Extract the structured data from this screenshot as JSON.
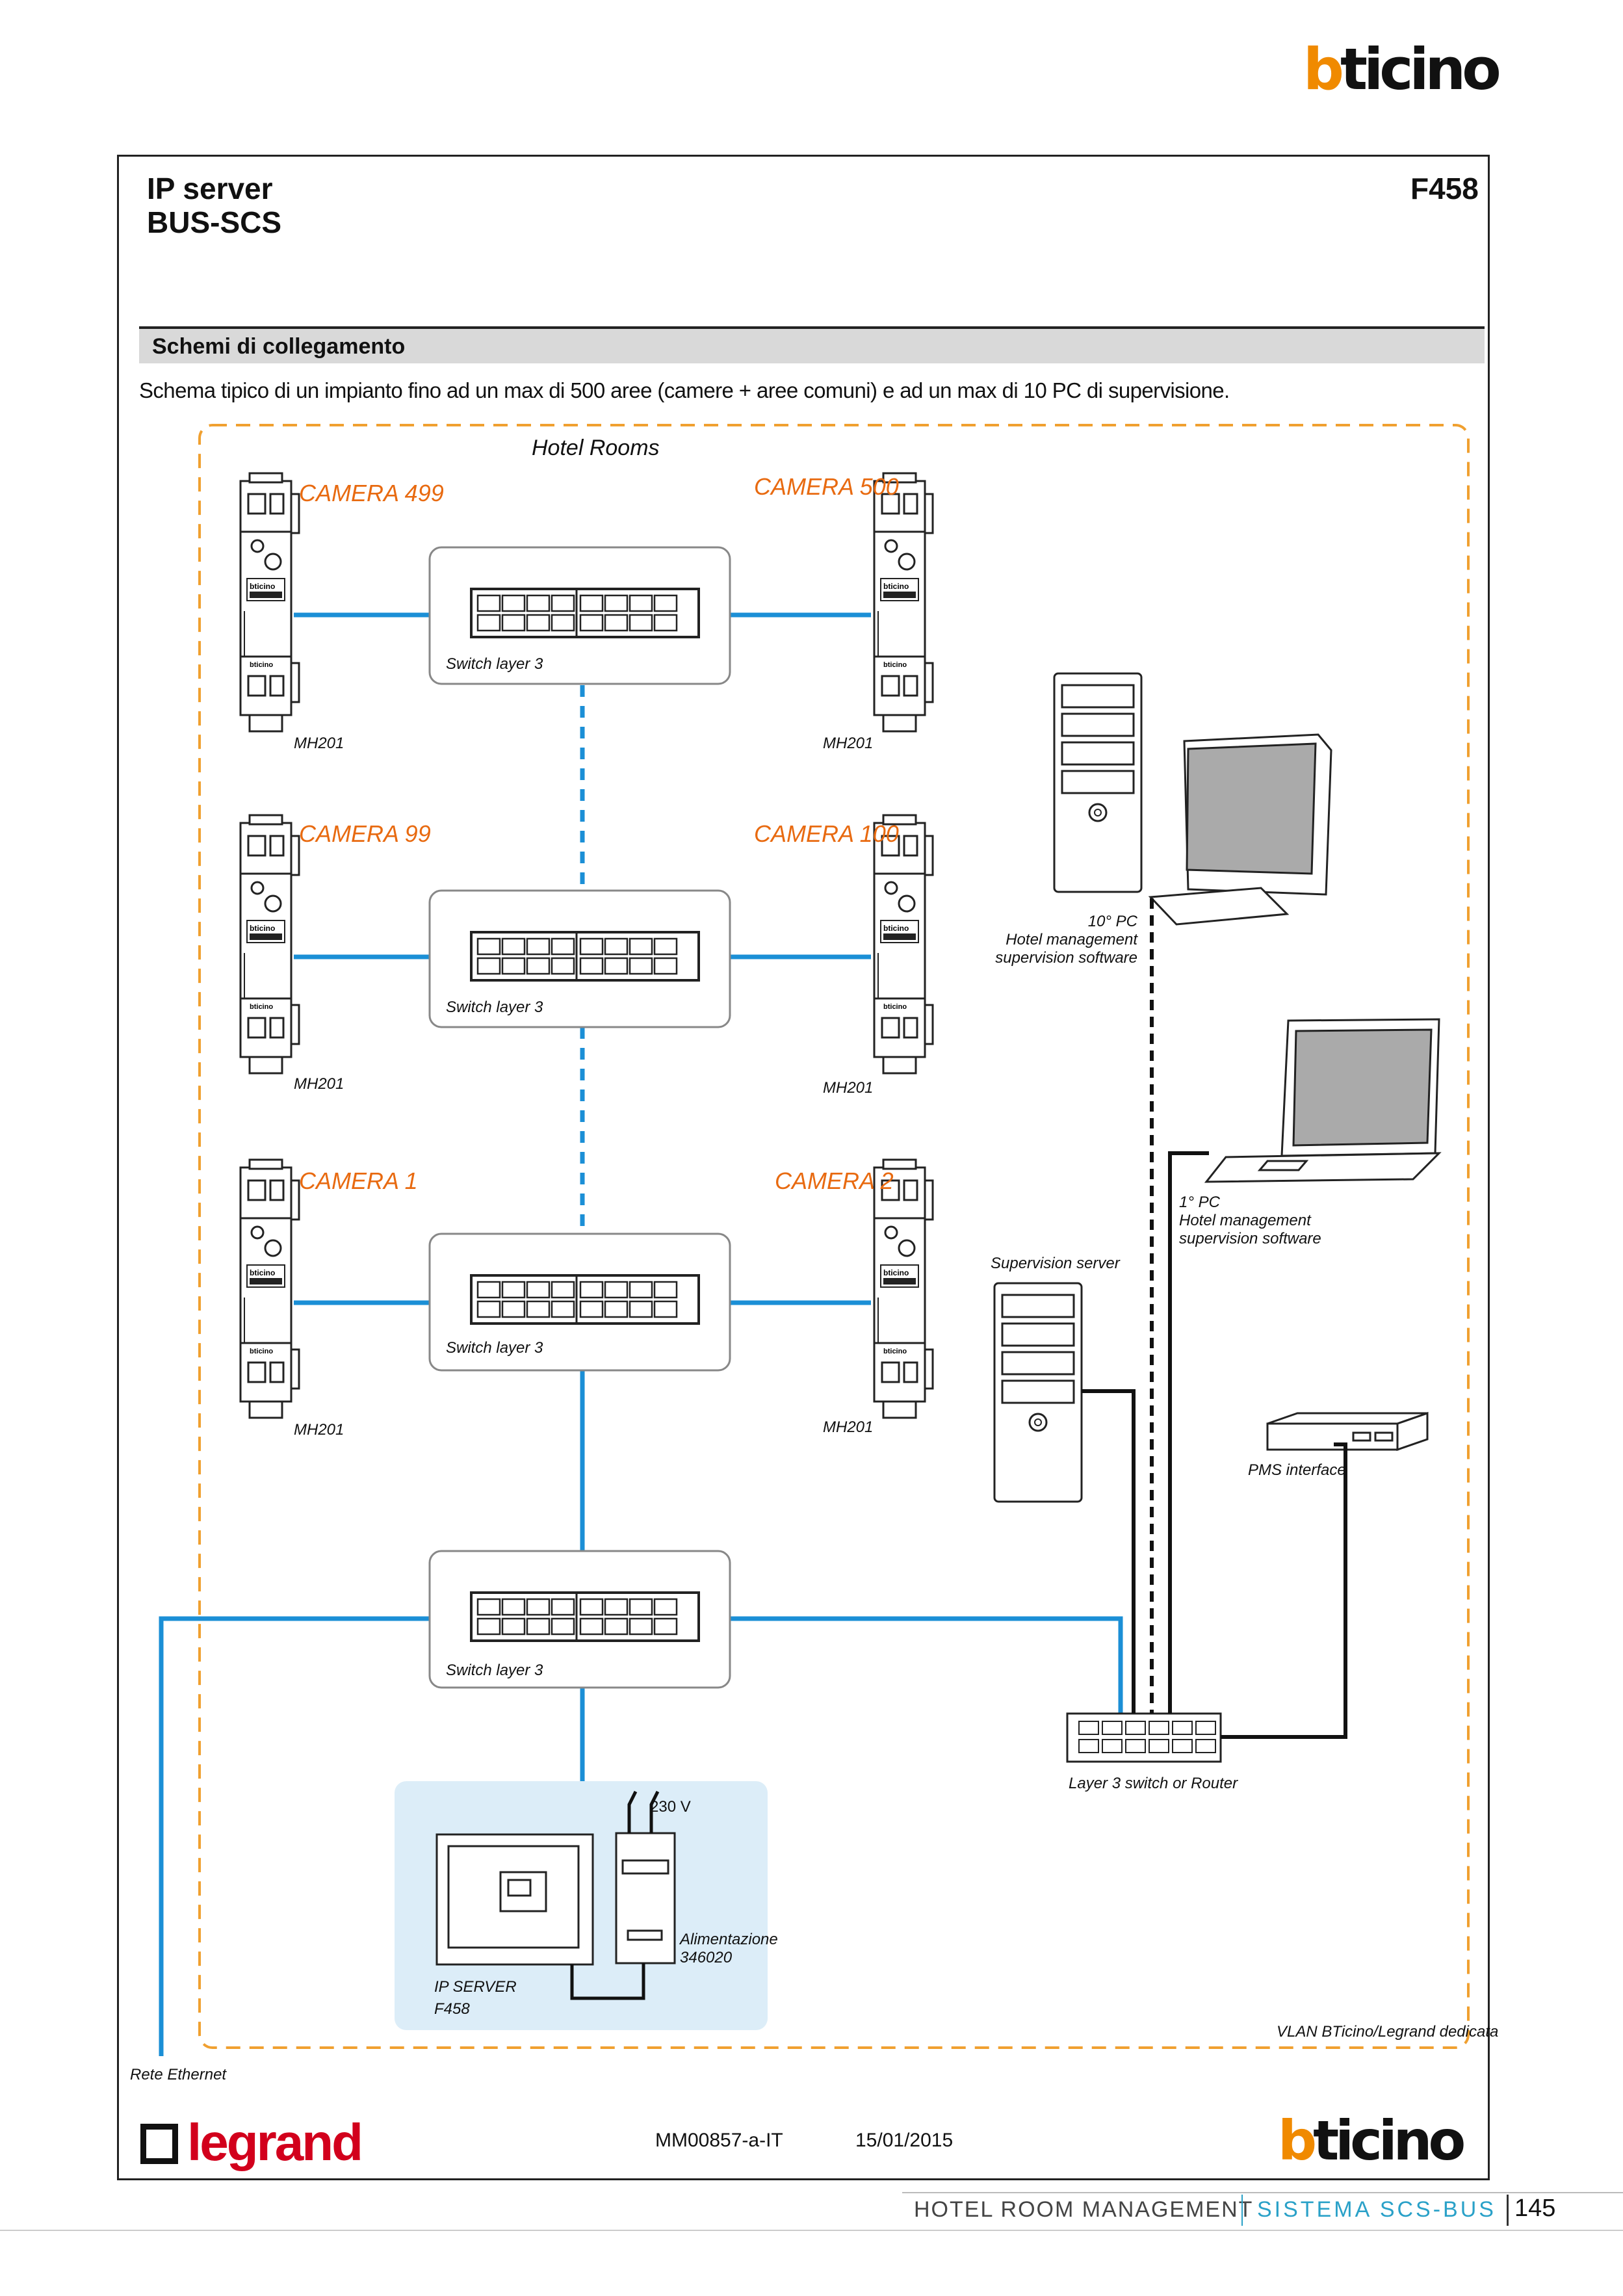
{
  "brand": {
    "logo": "bticino",
    "secondary_logo": "legrand"
  },
  "header": {
    "title_line1": "IP server",
    "title_line2": "BUS-SCS",
    "code": "F458"
  },
  "section": {
    "title": "Schemi di collegamento",
    "description": "Schema tipico di un impianto fino ad un max di 500 aree (camere + aree comuni) e ad un max di 10 PC di supervisione."
  },
  "diagram": {
    "zone_label": "Hotel Rooms",
    "cameras": [
      "CAMERA 499",
      "CAMERA 500",
      "CAMERA 99",
      "CAMERA 100",
      "CAMERA 1",
      "CAMERA 2"
    ],
    "device_model": "MH201",
    "switch_label": "Switch layer 3",
    "pc10_label": [
      "10° PC",
      "Hotel management",
      "supervision software"
    ],
    "pc1_label": [
      "1° PC",
      "Hotel management",
      "supervision software"
    ],
    "supervision_server": "Supervision server",
    "pms": "PMS interface",
    "router": "Layer 3 switch or Router",
    "voltage": "230 V",
    "power_supply": [
      "Alimentazione",
      "346020"
    ],
    "ip_server": [
      "IP SERVER",
      "F458"
    ],
    "vlan": "VLAN BTicino/Legrand dedicata",
    "ethernet": "Rete Ethernet"
  },
  "footer": {
    "doc_code": "MM00857-a-IT",
    "date": "15/01/2015",
    "category": "HOTEL ROOM MANAGEMENT",
    "system": "SISTEMA SCS-BUS",
    "page": "145"
  },
  "colors": {
    "accent_orange": "#f08a00",
    "line_blue": "#1b8fd6",
    "system_blue": "#2aa1c8",
    "dash_orange": "#f0a030"
  }
}
